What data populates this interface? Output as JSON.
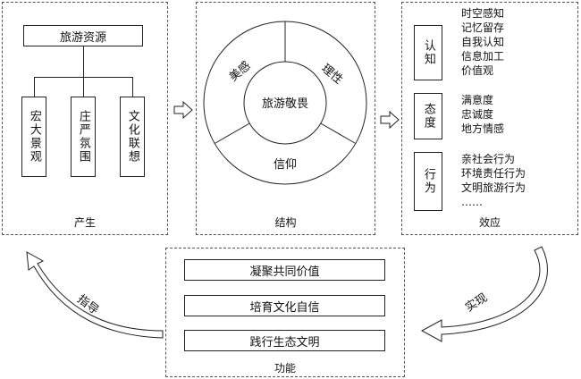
{
  "production": {
    "top": "旅游资源",
    "items": [
      "宏大景观",
      "庄严氛围",
      "文化联想"
    ],
    "caption": "产生"
  },
  "structure": {
    "center": "旅游敬畏",
    "segments": [
      "美感",
      "理性",
      "信仰"
    ],
    "caption": "结构"
  },
  "effects": {
    "caption": "效应",
    "groups": [
      {
        "label": "认知",
        "items": [
          "时空感知",
          "记忆留存",
          "自我认知",
          "信息加工",
          "价值观"
        ]
      },
      {
        "label": "态度",
        "items": [
          "满意度",
          "忠诚度",
          "地方情感"
        ]
      },
      {
        "label": "行为",
        "items": [
          "亲社会行为",
          "环境责任行为",
          "文明旅游行为",
          "……"
        ]
      }
    ]
  },
  "function": {
    "items": [
      "凝聚共同价值",
      "培育文化自信",
      "践行生态文明"
    ],
    "caption": "功能"
  },
  "arrows": {
    "guide": "指导",
    "realize": "实现"
  }
}
